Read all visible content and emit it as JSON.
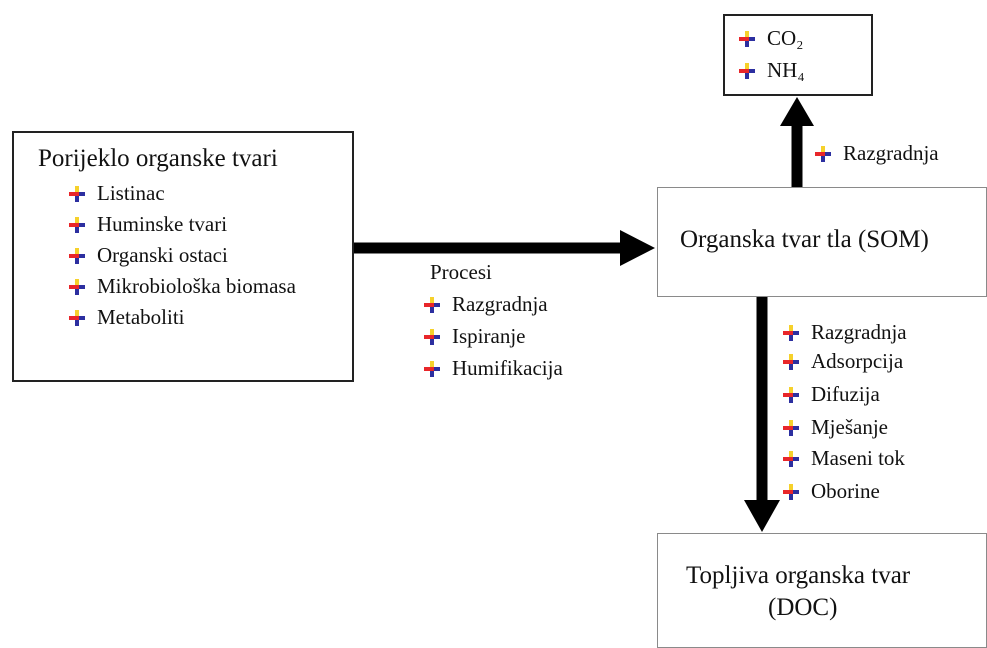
{
  "origin": {
    "title": "Porijeklo organske tvari",
    "items": [
      "Listinac",
      "Huminske tvari",
      "Organski ostaci",
      "Mikrobiološka biomasa",
      "Metaboliti"
    ]
  },
  "processes": {
    "title": "Procesi",
    "items": [
      "Razgradnja",
      "Ispiranje",
      "Humifikacija"
    ]
  },
  "gases": {
    "items": [
      "CO₂",
      "NH₄"
    ]
  },
  "up_arrow_label": "Razgradnja",
  "som": {
    "title": "Organska tvar tla (SOM)"
  },
  "down_processes": {
    "items": [
      "Razgradnja",
      "Adsorpcija",
      "Difuzija",
      "Mješanje",
      "Maseni tok",
      "Oborine"
    ]
  },
  "doc": {
    "title_line1": "Topljiva organska tvar",
    "title_line2": "(DOC)"
  },
  "bullet_icon": "four-color-cross-icon",
  "colors": {
    "bullet_red": "#e8262a",
    "bullet_yellow": "#f6d12b",
    "bullet_blue": "#2c2fa0",
    "arrow": "#000000"
  }
}
